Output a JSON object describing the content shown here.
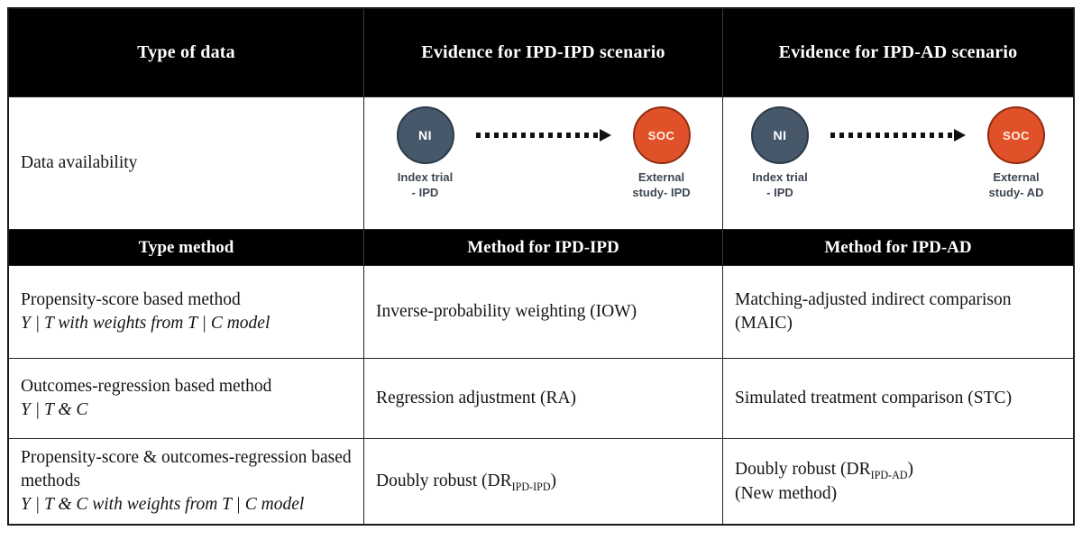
{
  "colors": {
    "header_bg": "#000000",
    "header_text": "#ffffff",
    "ni_circle": "#47586b",
    "soc_circle": "#e0512a",
    "diagram_label_text": "#3d4752",
    "grid_border": "#232323"
  },
  "header_row1": {
    "type_of_data": "Type of data",
    "ipd_ipd": "Evidence for IPD-IPD scenario",
    "ipd_ad": "Evidence for IPD-AD scenario"
  },
  "data_availability": {
    "label": "Data availability",
    "ipd_ipd": {
      "source": {
        "abbr": "NI",
        "line1": "Index trial",
        "line2": "- IPD"
      },
      "target": {
        "abbr": "SOC",
        "line1": "External",
        "line2": "study- IPD"
      }
    },
    "ipd_ad": {
      "source": {
        "abbr": "NI",
        "line1": "Index trial",
        "line2": "- IPD"
      },
      "target": {
        "abbr": "SOC",
        "line1": "External",
        "line2": "study- AD"
      }
    }
  },
  "header_row2": {
    "type_method": "Type method",
    "ipd_ipd": "Method for IPD-IPD",
    "ipd_ad": "Method for IPD-AD"
  },
  "method_rows": [
    {
      "type": "Propensity-score based method",
      "formula": "Y | T with weights from T | C model",
      "ipd_ipd": "Inverse-probability weighting (IOW)",
      "ipd_ad": "Matching-adjusted indirect comparison (MAIC)"
    },
    {
      "type": "Outcomes-regression based method",
      "formula": "Y | T & C",
      "ipd_ipd": "Regression adjustment (RA)",
      "ipd_ad": "Simulated treatment comparison (STC)"
    },
    {
      "type": "Propensity-score & outcomes-regression based methods",
      "formula": "Y | T & C with weights from T | C model",
      "ipd_ipd_pre": "Doubly robust (DR",
      "ipd_ipd_sub": "IPD-IPD",
      "ipd_ipd_post": ")",
      "ipd_ad_pre": "Doubly robust (DR",
      "ipd_ad_sub": "IPD-AD",
      "ipd_ad_post": ")",
      "ipd_ad_note": "(New method)"
    }
  ]
}
